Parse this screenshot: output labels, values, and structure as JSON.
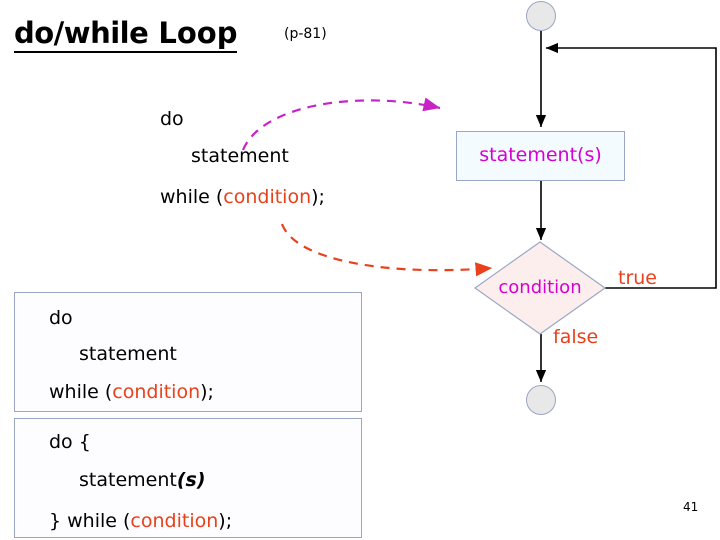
{
  "title": {
    "main_keyword": "do/while",
    "main_rest": " Loop",
    "sub": "(p-81)"
  },
  "pseudocode_top": {
    "line1": "do",
    "line2": "statement",
    "line3_pre": "while (",
    "line3_cond": "condition",
    "line3_post": ");"
  },
  "code_boxes": [
    {
      "line1": "do",
      "line2": "statement",
      "line3_pre": "while (",
      "line3_cond": "condition",
      "line3_post": ");"
    },
    {
      "line1": "do {",
      "line2_pre": "statement",
      "line2_italic": "(s)",
      "line3_pre": "} while (",
      "line3_cond": "condition",
      "line3_post": ");"
    }
  ],
  "flowchart": {
    "start_node": "",
    "statement_node": "statement(s)",
    "decision_node": "condition",
    "true_label": "true",
    "false_label": "false",
    "end_node": "",
    "colors": {
      "magenta": "#d400d4",
      "red": "#e8411c",
      "box_border": "#9aa6c4",
      "statement_fill": "#f4fbff",
      "diamond_fill": "#fdeeee",
      "circle_fill": "#e8e8e8"
    }
  },
  "page_number": "41"
}
